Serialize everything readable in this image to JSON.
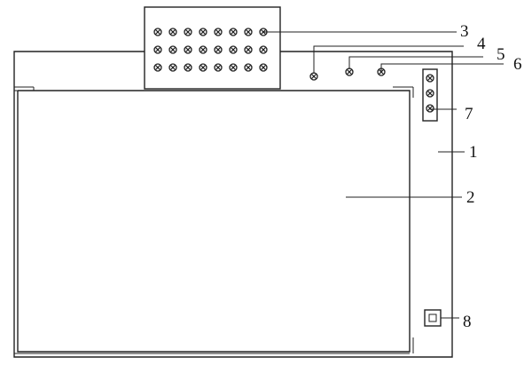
{
  "diagram": {
    "labels": [
      {
        "id": "1",
        "text": "1"
      },
      {
        "id": "2",
        "text": "2"
      },
      {
        "id": "3",
        "text": "3"
      },
      {
        "id": "4",
        "text": "4"
      },
      {
        "id": "5",
        "text": "5"
      },
      {
        "id": "6",
        "text": "6"
      },
      {
        "id": "7",
        "text": "7"
      },
      {
        "id": "8",
        "text": "8"
      }
    ],
    "parts": {
      "terminal_block": {
        "rows": 3,
        "columns": 8
      },
      "side_terminals": {
        "count": 3
      },
      "top_indicators": {
        "count": 3
      }
    }
  }
}
